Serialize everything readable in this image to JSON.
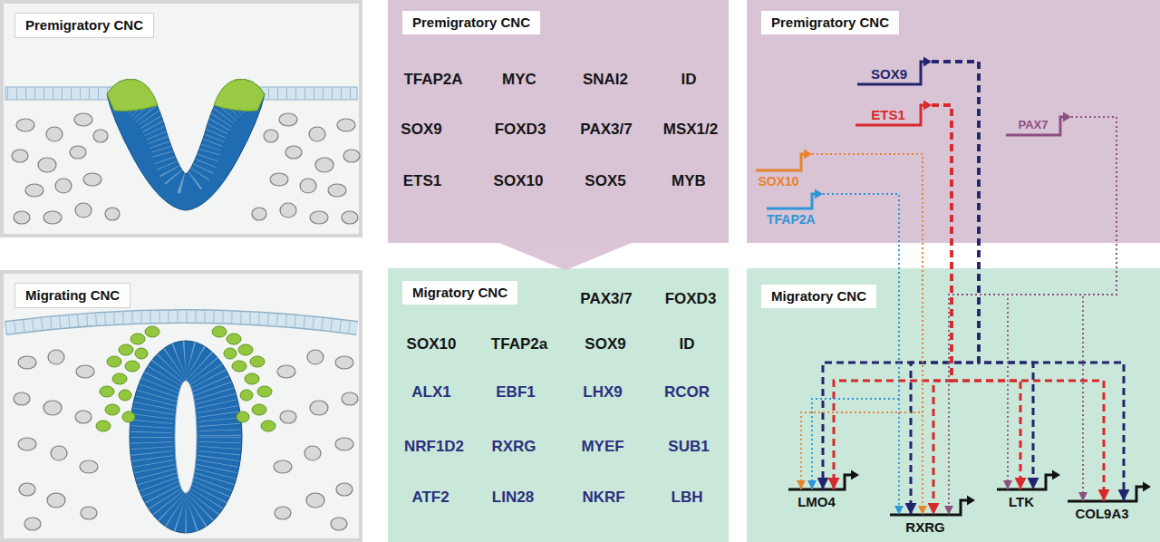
{
  "diagram": {
    "nodes": [
      {
        "text": [
          "Premigratory CNC"
        ]
      },
      {
        "text": [
          "Migrating CNC"
        ]
      },
      {
        "text": [
          "Premigratory CNC",
          "TFAP2A",
          "MYC",
          "SNAI2",
          "ID",
          "SOX9",
          "FOXD3",
          "PAX3/7",
          "MSX1/2",
          "ETS1",
          "SOX10",
          "SOX5",
          "MYB"
        ]
      },
      {
        "text": [
          "Migratory CNC",
          "PAX3/7",
          "FOXD3",
          "SOX10",
          "TFAP2a",
          "SOX9",
          "ID",
          "ALX1",
          "EBF1",
          "LHX9",
          "RCOR",
          "NRF1D2",
          "RXRG",
          "MYEF",
          "SUB1",
          "ATF2",
          "LIN28",
          "NKRF",
          "LBH"
        ]
      },
      {
        "text": [
          "Premigratory CNC"
        ]
      },
      {
        "text": [
          "SOX9"
        ],
        "in": 4
      },
      {
        "text": [
          "ETS1"
        ],
        "in": 4
      },
      {
        "text": [
          "PAX7"
        ],
        "in": 4
      },
      {
        "text": [
          "SOX10"
        ],
        "in": 4
      },
      {
        "text": [
          "TFAP2A"
        ],
        "in": 4
      },
      {
        "text": [
          "Migratory CNC"
        ]
      },
      {
        "text": [
          "LMO4"
        ],
        "in": 10
      },
      {
        "text": [
          "RXRG"
        ],
        "in": 10
      },
      {
        "text": [
          "LTK"
        ],
        "in": 10
      },
      {
        "text": [
          "COL9A3"
        ],
        "in": 10
      }
    ],
    "edges": [
      {
        "from": 5,
        "to": 11,
        "arrow": "to"
      },
      {
        "from": 5,
        "to": 12,
        "arrow": "to"
      },
      {
        "from": 5,
        "to": 13,
        "arrow": "to"
      },
      {
        "from": 5,
        "to": 14,
        "arrow": "to"
      },
      {
        "from": 6,
        "to": 11,
        "arrow": "to"
      },
      {
        "from": 6,
        "to": 12,
        "arrow": "to"
      },
      {
        "from": 6,
        "to": 13,
        "arrow": "to"
      },
      {
        "from": 6,
        "to": 14,
        "arrow": "to"
      },
      {
        "from": 7,
        "to": 12,
        "arrow": "to"
      },
      {
        "from": 7,
        "to": 13,
        "arrow": "to"
      },
      {
        "from": 7,
        "to": 14,
        "arrow": "to"
      },
      {
        "from": 8,
        "to": 11,
        "arrow": "to"
      },
      {
        "from": 8,
        "to": 12,
        "arrow": "to"
      },
      {
        "from": 9,
        "to": 11,
        "arrow": "to"
      },
      {
        "from": 9,
        "to": 12,
        "arrow": "to"
      }
    ]
  }
}
